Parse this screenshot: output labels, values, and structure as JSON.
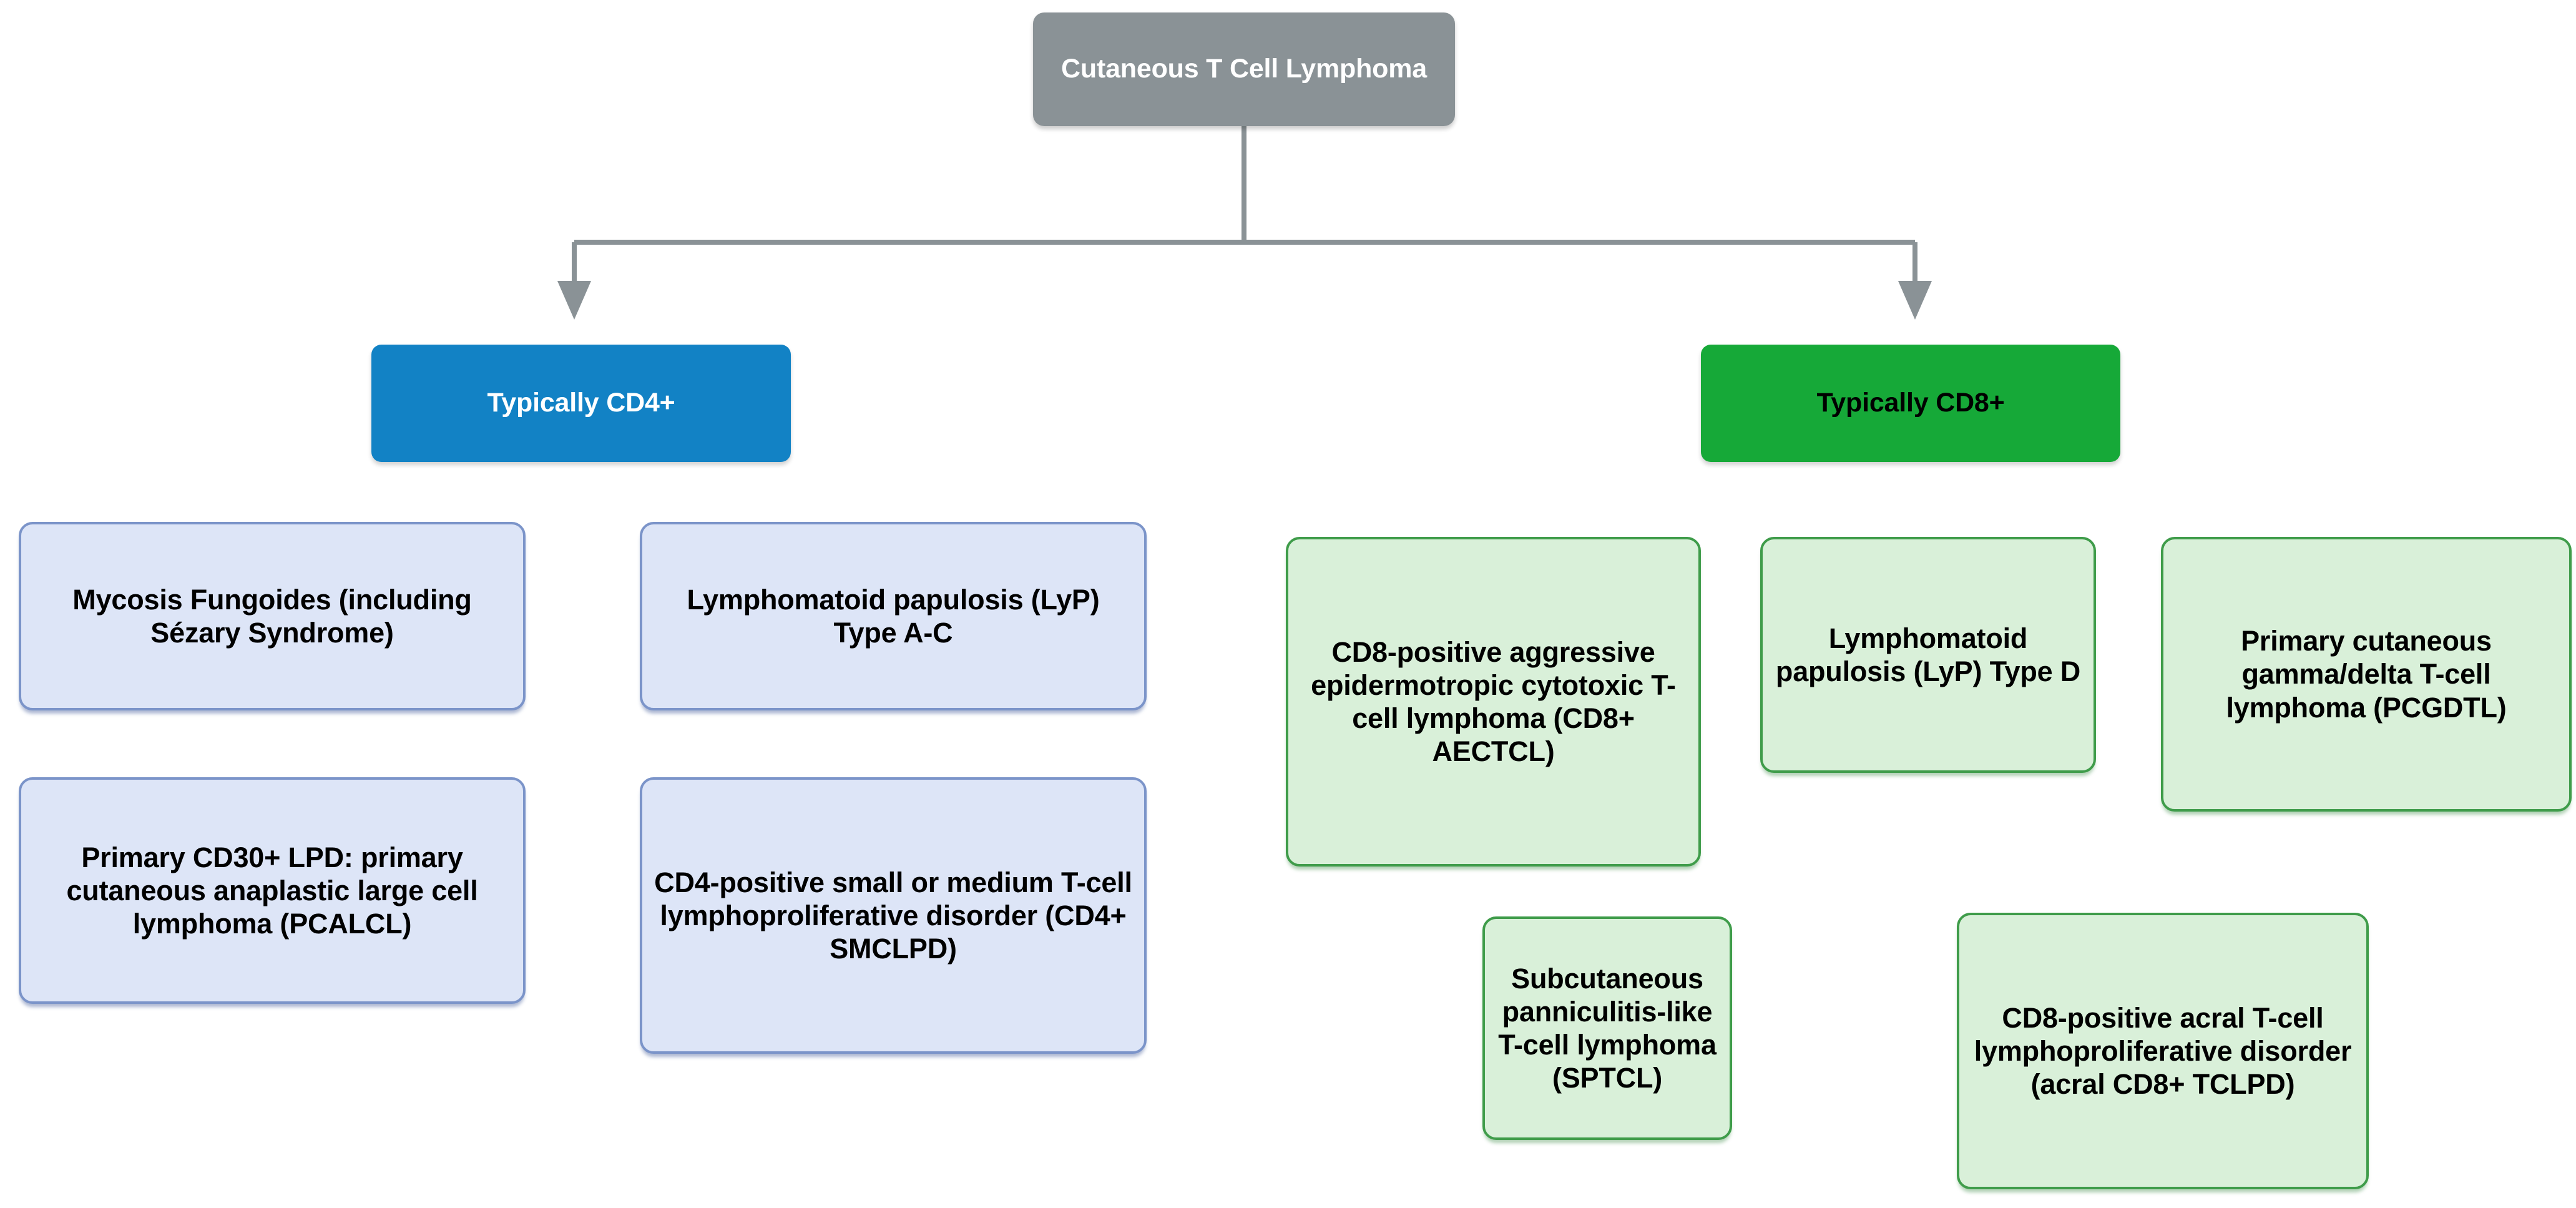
{
  "diagram": {
    "title": "Cutaneous T Cell Lymphoma",
    "type": "flowchart-tree",
    "root": {
      "label": "Cutaneous T Cell Lymphoma",
      "fill": "#8a9296",
      "text_color": "#ffffff"
    },
    "branches": [
      {
        "id": "cd4",
        "label": "Typically CD4+",
        "fill": "#1282c5",
        "text_color": "#ffffff",
        "leaf_fill": "#dde5f7",
        "leaf_border": "#7b94c9",
        "leaves": [
          {
            "id": "mf",
            "label": "Mycosis Fungoides (including Sézary Syndrome)"
          },
          {
            "id": "lyp-ac",
            "label": "Lymphomatoid papulosis (LyP) Type A-C"
          },
          {
            "id": "pcalcl",
            "label": "Primary CD30+ LPD: primary cutaneous anaplastic large cell lymphoma (PCALCL)"
          },
          {
            "id": "smclpd",
            "label": "CD4-positive small or medium T-cell lymphoproliferative disorder (CD4+ SMCLPD)"
          }
        ]
      },
      {
        "id": "cd8",
        "label": "Typically CD8+",
        "fill": "#16a938",
        "text_color": "#000000",
        "leaf_fill": "#d9f0d9",
        "leaf_border": "#3f9c4a",
        "leaves": [
          {
            "id": "aectcl",
            "label": "CD8-positive aggressive epidermotropic cytotoxic T-cell lymphoma (CD8+ AECTCL)"
          },
          {
            "id": "lyp-d",
            "label": "Lymphomatoid papulosis (LyP) Type D"
          },
          {
            "id": "pcgdtl",
            "label": "Primary cutaneous gamma/delta T-cell lymphoma (PCGDTL)"
          },
          {
            "id": "sptcl",
            "label": "Subcutaneous panniculitis-like T-cell lymphoma (SPTCL)"
          },
          {
            "id": "acral-tclpd",
            "label": "CD8-positive acral T-cell lymphoproliferative disorder (acral CD8+ TCLPD)"
          }
        ]
      }
    ],
    "connector_color": "#8a9296"
  }
}
